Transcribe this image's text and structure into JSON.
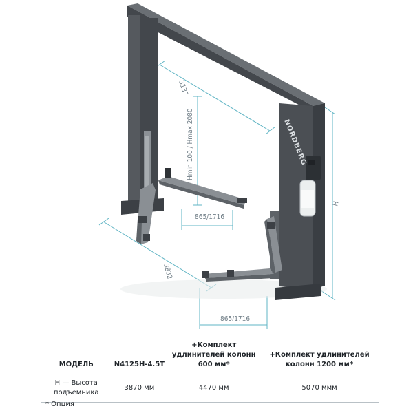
{
  "diagram": {
    "brand": "NORDBERG",
    "dim_width": "3137",
    "dim_height": "Hmin 100 / Hmax 2080",
    "dim_arm_top": "865/1716",
    "dim_depth": "3832",
    "dim_arm_bottom": "865/1716",
    "dim_total_height": "H",
    "accent_color": "#5fb4c4",
    "body_color": "#4b4f54"
  },
  "table": {
    "headers": [
      "МОДЕЛЬ",
      "N4125H-4.5T",
      "+Комплект удлинителей колонн 600 мм*",
      "+Комплект удлинителей колонн 1200 мм*"
    ],
    "rows": [
      [
        "H — Высота подъемника",
        "3870 мм",
        "4470 мм",
        "5070 ммм"
      ]
    ]
  },
  "footnote": "* Опция"
}
